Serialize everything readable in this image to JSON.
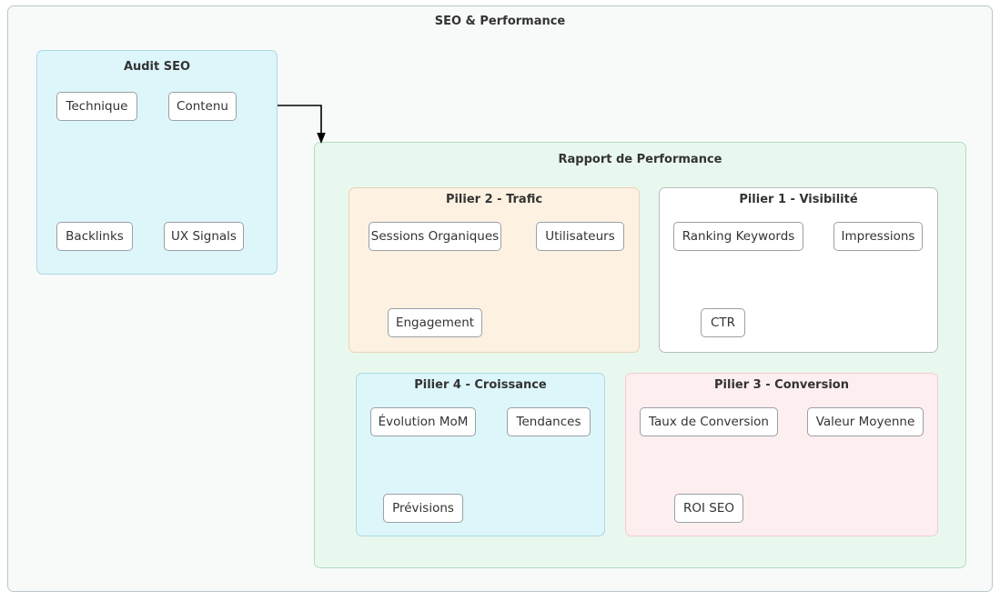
{
  "diagram": {
    "title": "SEO & Performance",
    "type": "flowchart",
    "colors": {
      "frame_bg": "#f8fafa",
      "frame_border": "#bac6cb",
      "cyan_bg": "#ddf6fa",
      "cyan_border": "#a9d9e3",
      "green_bg": "#e9f8ee",
      "green_border": "#b3dcc3",
      "orange_bg": "#fdf1e2",
      "orange_border": "#e8d3b8",
      "pink_bg": "#fdeef0",
      "pink_border": "#f2ccd2",
      "white_bg": "#ffffff",
      "node_border": "#9aa0a6",
      "text": "#333333",
      "edge": "#000000"
    },
    "clusters": {
      "audit_seo": {
        "title": "Audit SEO",
        "nodes": [
          {
            "label": "Technique"
          },
          {
            "label": "Contenu"
          },
          {
            "label": "Backlinks"
          },
          {
            "label": "UX Signals"
          }
        ]
      },
      "rapport": {
        "title": "Rapport de Performance",
        "pilier_2": {
          "title": "Pilier 2 - Trafic",
          "nodes": [
            {
              "label": "Sessions Organiques"
            },
            {
              "label": "Utilisateurs"
            },
            {
              "label": "Engagement"
            }
          ]
        },
        "pilier_1": {
          "title": "Pilier 1 - Visibilité",
          "nodes": [
            {
              "label": "Ranking Keywords"
            },
            {
              "label": "Impressions"
            },
            {
              "label": "CTR"
            }
          ]
        },
        "pilier_4": {
          "title": "Pilier 4 - Croissance",
          "nodes": [
            {
              "label": "Évolution MoM"
            },
            {
              "label": "Tendances"
            },
            {
              "label": "Prévisions"
            }
          ]
        },
        "pilier_3": {
          "title": "Pilier 3 - Conversion",
          "nodes": [
            {
              "label": "Taux de Conversion"
            },
            {
              "label": "Valeur Moyenne"
            },
            {
              "label": "ROI SEO"
            }
          ]
        }
      }
    },
    "edges": [
      {
        "from": "Audit SEO",
        "to": "Rapport de Performance",
        "style": "orthogonal-arrow"
      }
    ]
  }
}
